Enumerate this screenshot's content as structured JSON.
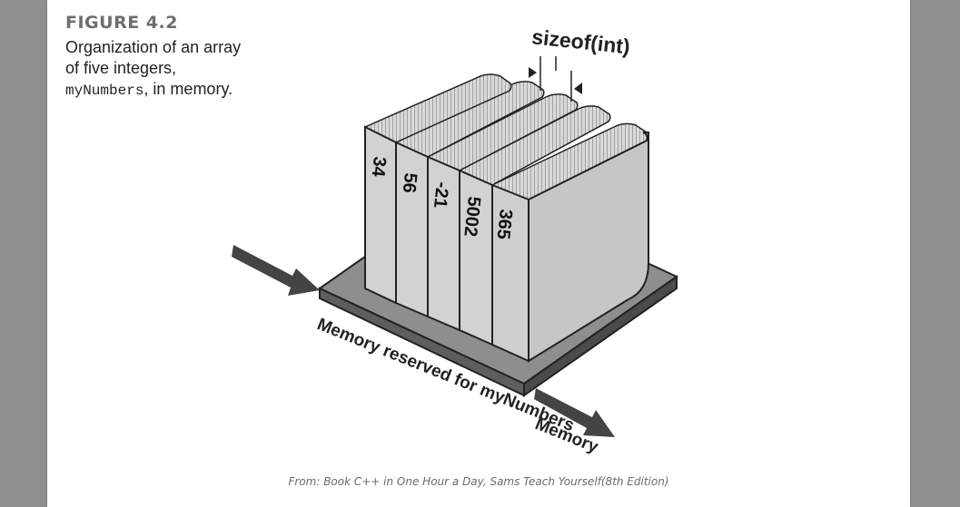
{
  "figure": {
    "label": "FIGURE 4.2",
    "caption_before": "Organization of an array of five integers,",
    "caption_code": "myNumbers",
    "caption_after": ", in memory."
  },
  "diagram": {
    "sizeof_label": "sizeof(int)",
    "values": [
      "34",
      "56",
      "-21",
      "5002",
      "365"
    ],
    "base_label": "Memory reserved for myNumbers",
    "memory_label": "Memory"
  },
  "source": "From: Book C++ in One Hour a Day, Sams Teach Yourself(8th Edition)"
}
